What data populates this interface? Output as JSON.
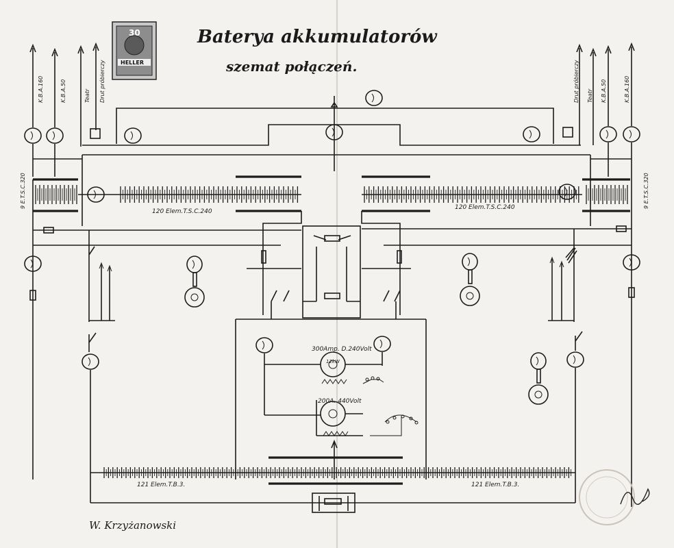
{
  "title": {
    "line1": "Baterya akkumulatorów",
    "line2": "szemat połączeń."
  },
  "stamp": {
    "value": "30",
    "currency": "HELLER"
  },
  "left_labels": {
    "kba160": "K.B.A.160 ",
    "kba50": "K.B.A.50 ",
    "teatr": "Teatr",
    "drut": "Drut próbierczy",
    "tsc": "9 E.T.S.C.320"
  },
  "right_labels": {
    "drut": "Drut próbierczy",
    "teatr": "Teatr",
    "kba50": "K.B.A.50",
    "kba160": "K.B.A.160",
    "tsc": "9 E.T.S.C.320"
  },
  "battery_labels": {
    "upper_left": "120 Elem.T.S.C.240",
    "upper_right": "120 Elem.T.S.C.240",
    "lower_left": "121 Elem.T.B.3.",
    "lower_right": "121 Elem.T.B.3."
  },
  "machine_labels": {
    "m1": "300Amp. D.240Volt",
    "m2": "200A. 440Volt",
    "m1_rating": "12kW"
  },
  "signature": "W. Krzyżanowski"
}
